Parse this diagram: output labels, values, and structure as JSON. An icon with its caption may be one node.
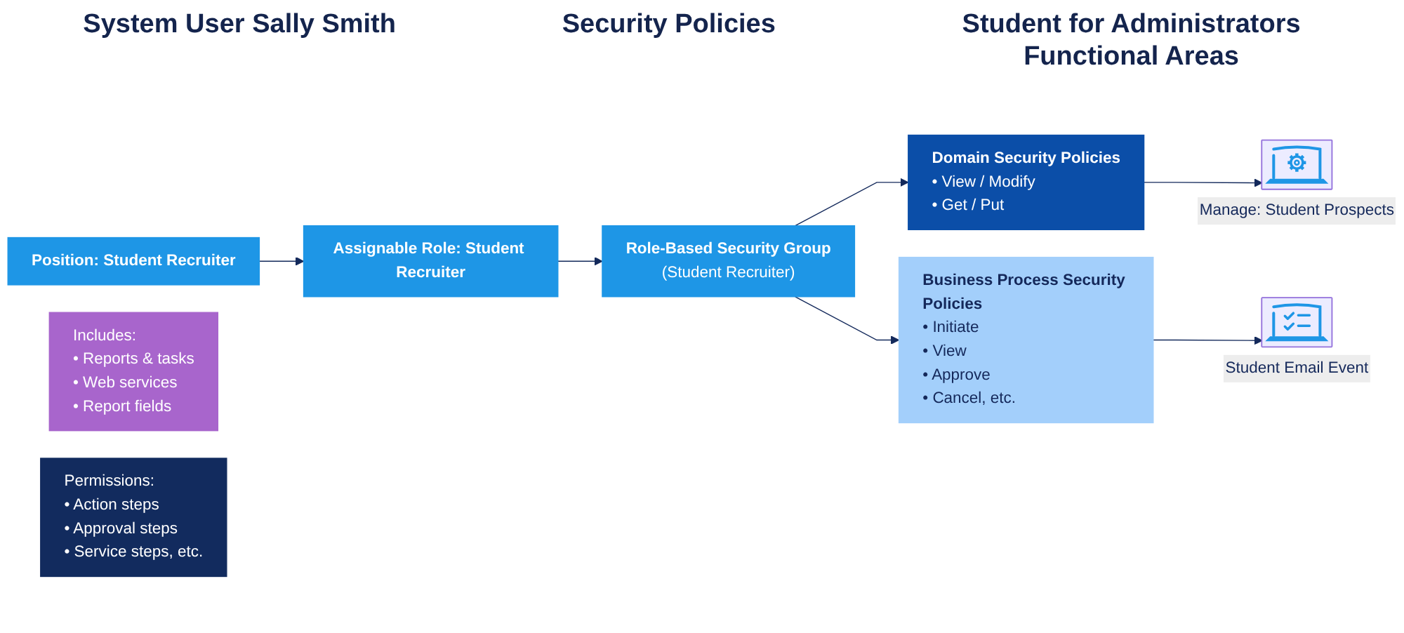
{
  "diagram": {
    "nodes": [
      {
        "text": [
          "Position: Student Recruiter"
        ]
      },
      {
        "text": [
          "Assignable Role: Student Recruiter"
        ]
      },
      {
        "text": [
          "Role-Based Security Group",
          "(Student Recruiter)"
        ]
      },
      {
        "text": [
          "Domain Security Policies",
          "• View / Modify",
          "• Get / Put"
        ]
      },
      {
        "text": [
          "Business Process Security Policies",
          "• Initiate",
          "• View",
          "• Approve",
          "• Cancel, etc."
        ]
      },
      {
        "text": [
          "Manage: Student Prospects"
        ]
      },
      {
        "text": [
          "Includes:",
          "• Reports & tasks",
          "• Web services",
          "• Report fields"
        ]
      },
      {
        "text": [
          "Student Email Event"
        ]
      },
      {
        "text": [
          "Permissions:",
          "• Action steps",
          "• Approval steps",
          "• Service steps, etc."
        ]
      }
    ],
    "edges": [
      {
        "from": 0,
        "to": 1,
        "arrow": "to"
      },
      {
        "from": 1,
        "to": 2,
        "arrow": "to"
      },
      {
        "from": 2,
        "to": 3,
        "arrow": "to"
      },
      {
        "from": 2,
        "to": 4,
        "arrow": "to"
      },
      {
        "from": 3,
        "to": 5,
        "arrow": "to"
      },
      {
        "from": 4,
        "to": 7,
        "arrow": "to"
      }
    ],
    "labels": [
      "System User Sally Smith",
      "Security Policies",
      "Student for Administrators Functional Areas"
    ]
  }
}
